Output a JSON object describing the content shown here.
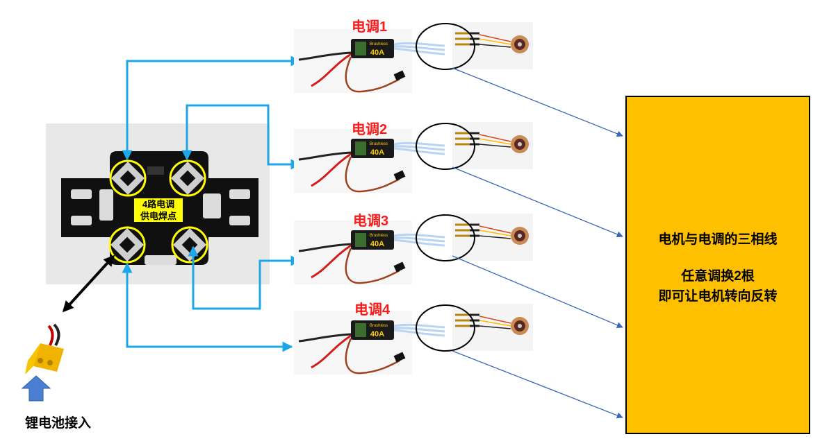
{
  "esc_labels": [
    "电调1",
    "电调2",
    "电调3",
    "电调4"
  ],
  "esc_rating": "40A",
  "esc_brand": "Brushless",
  "pdb_label_line1": "4路电调",
  "pdb_label_line2": "供电焊点",
  "battery_label": "锂电池接入",
  "info_box": {
    "line1": "电机与电调的三相线",
    "line2": "任意调换2根",
    "line3": "即可让电机转向反转"
  },
  "colors": {
    "esc_label": "#ff1a1a",
    "connector_arrow": "#1ea7e8",
    "info_box_fill": "#ffc000",
    "pdb_highlight": "#ffff00",
    "battery_arrow": "#4a7fd4",
    "pointer_line": "#3a66b8"
  }
}
